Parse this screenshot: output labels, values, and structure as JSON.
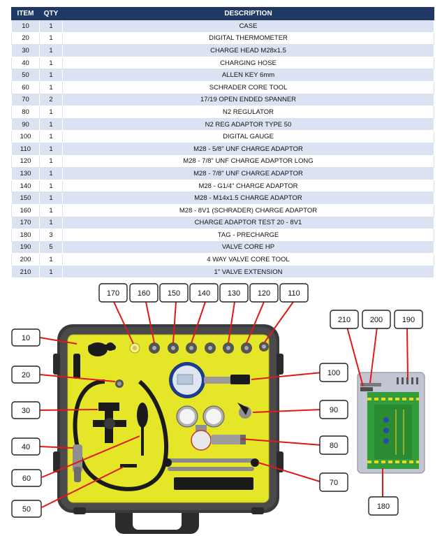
{
  "table": {
    "headers": {
      "item": "ITEM",
      "qty": "QTY",
      "description": "DESCRIPTION"
    },
    "rows": [
      {
        "item": "10",
        "qty": "1",
        "description": "CASE"
      },
      {
        "item": "20",
        "qty": "1",
        "description": "DIGITAL THERMOMETER"
      },
      {
        "item": "30",
        "qty": "1",
        "description": "CHARGE HEAD M28x1.5"
      },
      {
        "item": "40",
        "qty": "1",
        "description": "CHARGING HOSE"
      },
      {
        "item": "50",
        "qty": "1",
        "description": "ALLEN KEY 6mm"
      },
      {
        "item": "60",
        "qty": "1",
        "description": "SCHRADER CORE TOOL"
      },
      {
        "item": "70",
        "qty": "2",
        "description": "17/19 OPEN ENDED SPANNER"
      },
      {
        "item": "80",
        "qty": "1",
        "description": "N2 REGULATOR"
      },
      {
        "item": "90",
        "qty": "1",
        "description": "N2 REG ADAPTOR  TYPE 50"
      },
      {
        "item": "100",
        "qty": "1",
        "description": "DIGITAL GAUGE"
      },
      {
        "item": "110",
        "qty": "1",
        "description": "M28 - 5/8\" UNF CHARGE ADAPTOR"
      },
      {
        "item": "120",
        "qty": "1",
        "description": "M28 - 7/8\" UNF CHARGE ADAPTOR LONG"
      },
      {
        "item": "130",
        "qty": "1",
        "description": "M28 - 7/8\" UNF CHARGE ADAPTOR"
      },
      {
        "item": "140",
        "qty": "1",
        "description": "M28 - G1/4\" CHARGE ADAPTOR"
      },
      {
        "item": "150",
        "qty": "1",
        "description": "M28 - M14x1.5 CHARGE ADAPTOR"
      },
      {
        "item": "160",
        "qty": "1",
        "description": "M28 - 8V1 (SCHRADER) CHARGE ADAPTOR"
      },
      {
        "item": "170",
        "qty": "1",
        "description": "CHARGE ADAPTOR TEST 20 - 8V1"
      },
      {
        "item": "180",
        "qty": "3",
        "description": "TAG - PRECHARGE"
      },
      {
        "item": "190",
        "qty": "5",
        "description": "VALVE CORE HP"
      },
      {
        "item": "200",
        "qty": "1",
        "description": "4 WAY VALVE CORE TOOL"
      },
      {
        "item": "210",
        "qty": "1",
        "description": "1\" VALVE EXTENSION"
      }
    ]
  },
  "callouts": {
    "c10": "10",
    "c20": "20",
    "c30": "30",
    "c40": "40",
    "c50": "50",
    "c60": "60",
    "c70": "70",
    "c80": "80",
    "c90": "90",
    "c100": "100",
    "c110": "110",
    "c120": "120",
    "c130": "130",
    "c140": "140",
    "c150": "150",
    "c160": "160",
    "c170": "170",
    "c180": "180",
    "c190": "190",
    "c200": "200",
    "c210": "210"
  },
  "colors": {
    "header": "#1f3864",
    "row_stripe": "#dbe3f3",
    "case_body": "#3a3a3c",
    "foam_insert": "#e6e629",
    "leader_line": "#e01818",
    "tag_green": "#2f9e3b",
    "tag_yellow": "#f2d81c"
  }
}
